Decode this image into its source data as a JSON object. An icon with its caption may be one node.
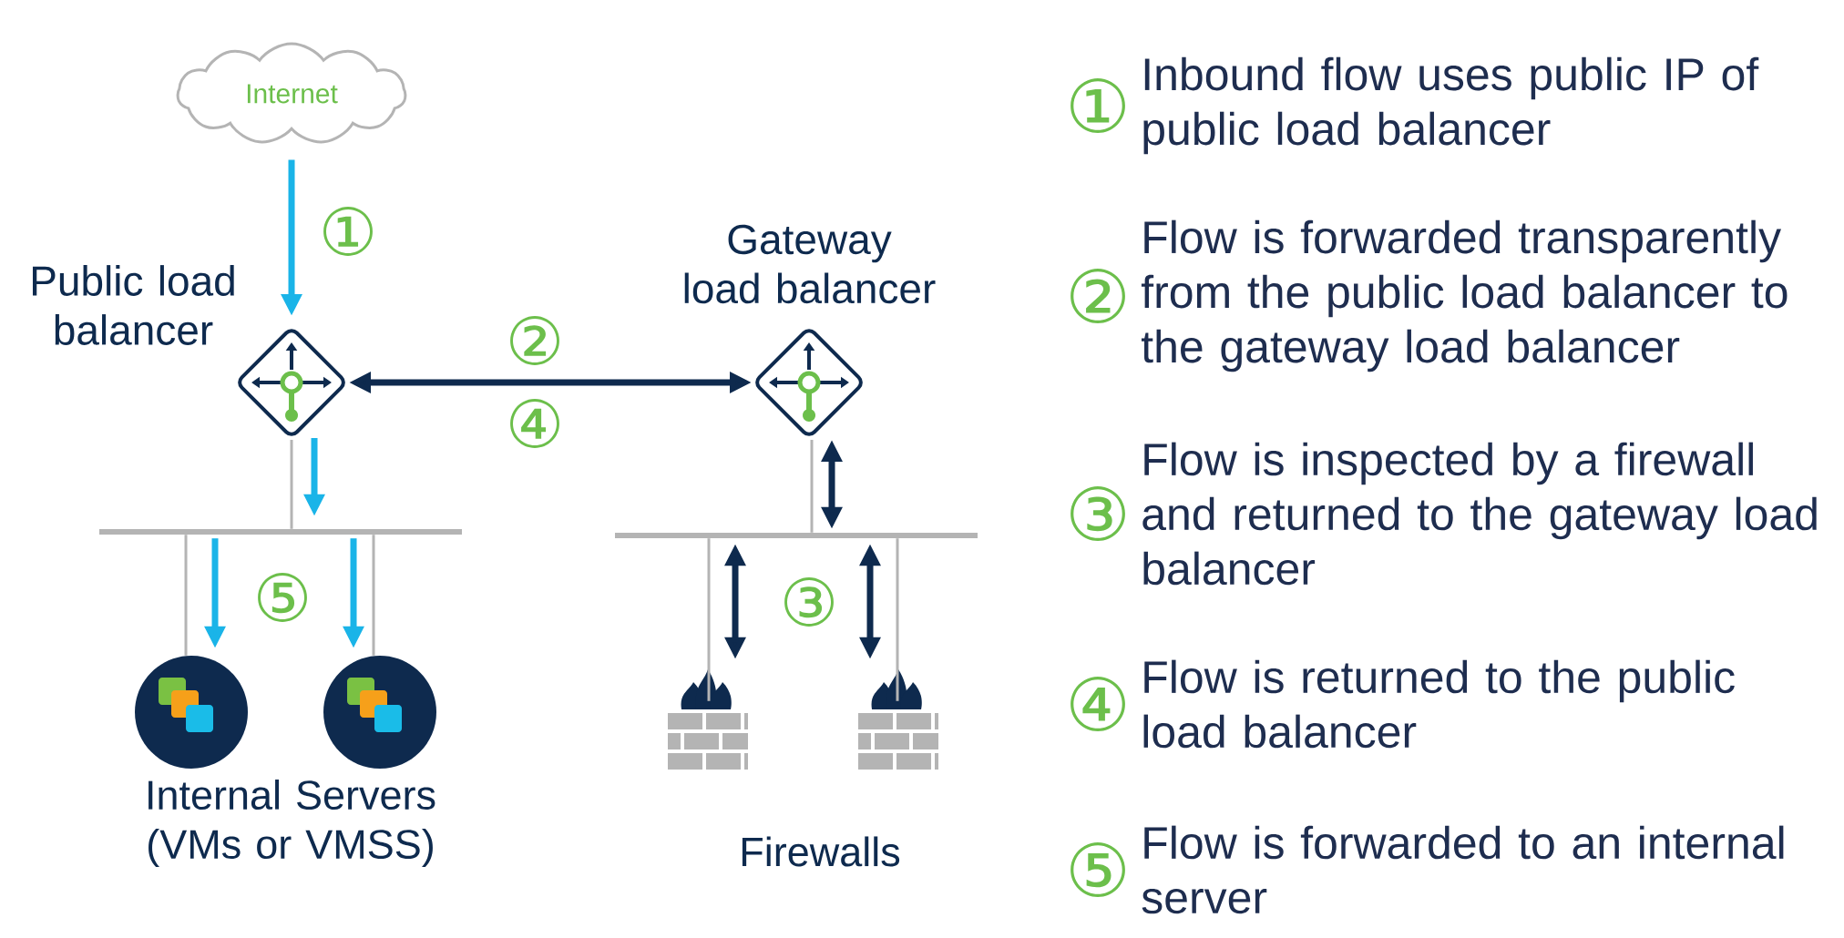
{
  "diagram": {
    "nodes": [
      {
        "text": [
          "Internet"
        ]
      },
      {
        "text": [
          "Public load balancer"
        ]
      },
      {
        "text": [
          "Gateway load balancer"
        ]
      },
      {
        "text": [],
        "shape": "bar"
      },
      {
        "text": [],
        "shape": "bar"
      },
      {
        "text": [],
        "shape": "circle"
      },
      {
        "text": [],
        "shape": "circle"
      },
      {
        "text": [],
        "shape": "wall"
      },
      {
        "text": [],
        "shape": "wall"
      }
    ],
    "edges": [
      {
        "from": 0,
        "to": 1,
        "arrow": "to",
        "color": "#1ab4e8"
      },
      {
        "from": 1,
        "to": 2,
        "arrow": "both",
        "color": "#0e2a4e"
      },
      {
        "from": 1,
        "to": 3,
        "arrow": "none"
      },
      {
        "from": 1,
        "to": 3,
        "arrow": "to",
        "color": "#1ab4e8"
      },
      {
        "from": 2,
        "to": 4,
        "arrow": "none"
      },
      {
        "from": 2,
        "to": 4,
        "arrow": "both",
        "color": "#0e2a4e"
      },
      {
        "from": 3,
        "to": 5,
        "arrow": "none"
      },
      {
        "from": 3,
        "to": 5,
        "arrow": "to",
        "color": "#1ab4e8"
      },
      {
        "from": 3,
        "to": 6,
        "arrow": "to",
        "color": "#1ab4e8"
      },
      {
        "from": 3,
        "to": 6,
        "arrow": "none"
      },
      {
        "from": 4,
        "to": 7,
        "arrow": "none"
      },
      {
        "from": 4,
        "to": 7,
        "arrow": "both",
        "color": "#0e2a4e"
      },
      {
        "from": 4,
        "to": 8,
        "arrow": "both",
        "color": "#0e2a4e"
      },
      {
        "from": 4,
        "to": 8,
        "arrow": "none"
      }
    ],
    "labels": [
      "①",
      "②",
      "④",
      "⑤",
      "③",
      "Internal Servers (VMs or VMSS)",
      "Firewalls",
      "①",
      "Inbound flow uses public IP of public load balancer",
      "②",
      "Flow is forwarded transparently from the public load balancer to the gateway load balancer",
      "③",
      "Flow is inspected by a firewall and returned to the gateway load balancer",
      "④",
      "Flow is returned to the public load balancer",
      "⑤",
      "Flow is forwarded to an internal server"
    ]
  }
}
